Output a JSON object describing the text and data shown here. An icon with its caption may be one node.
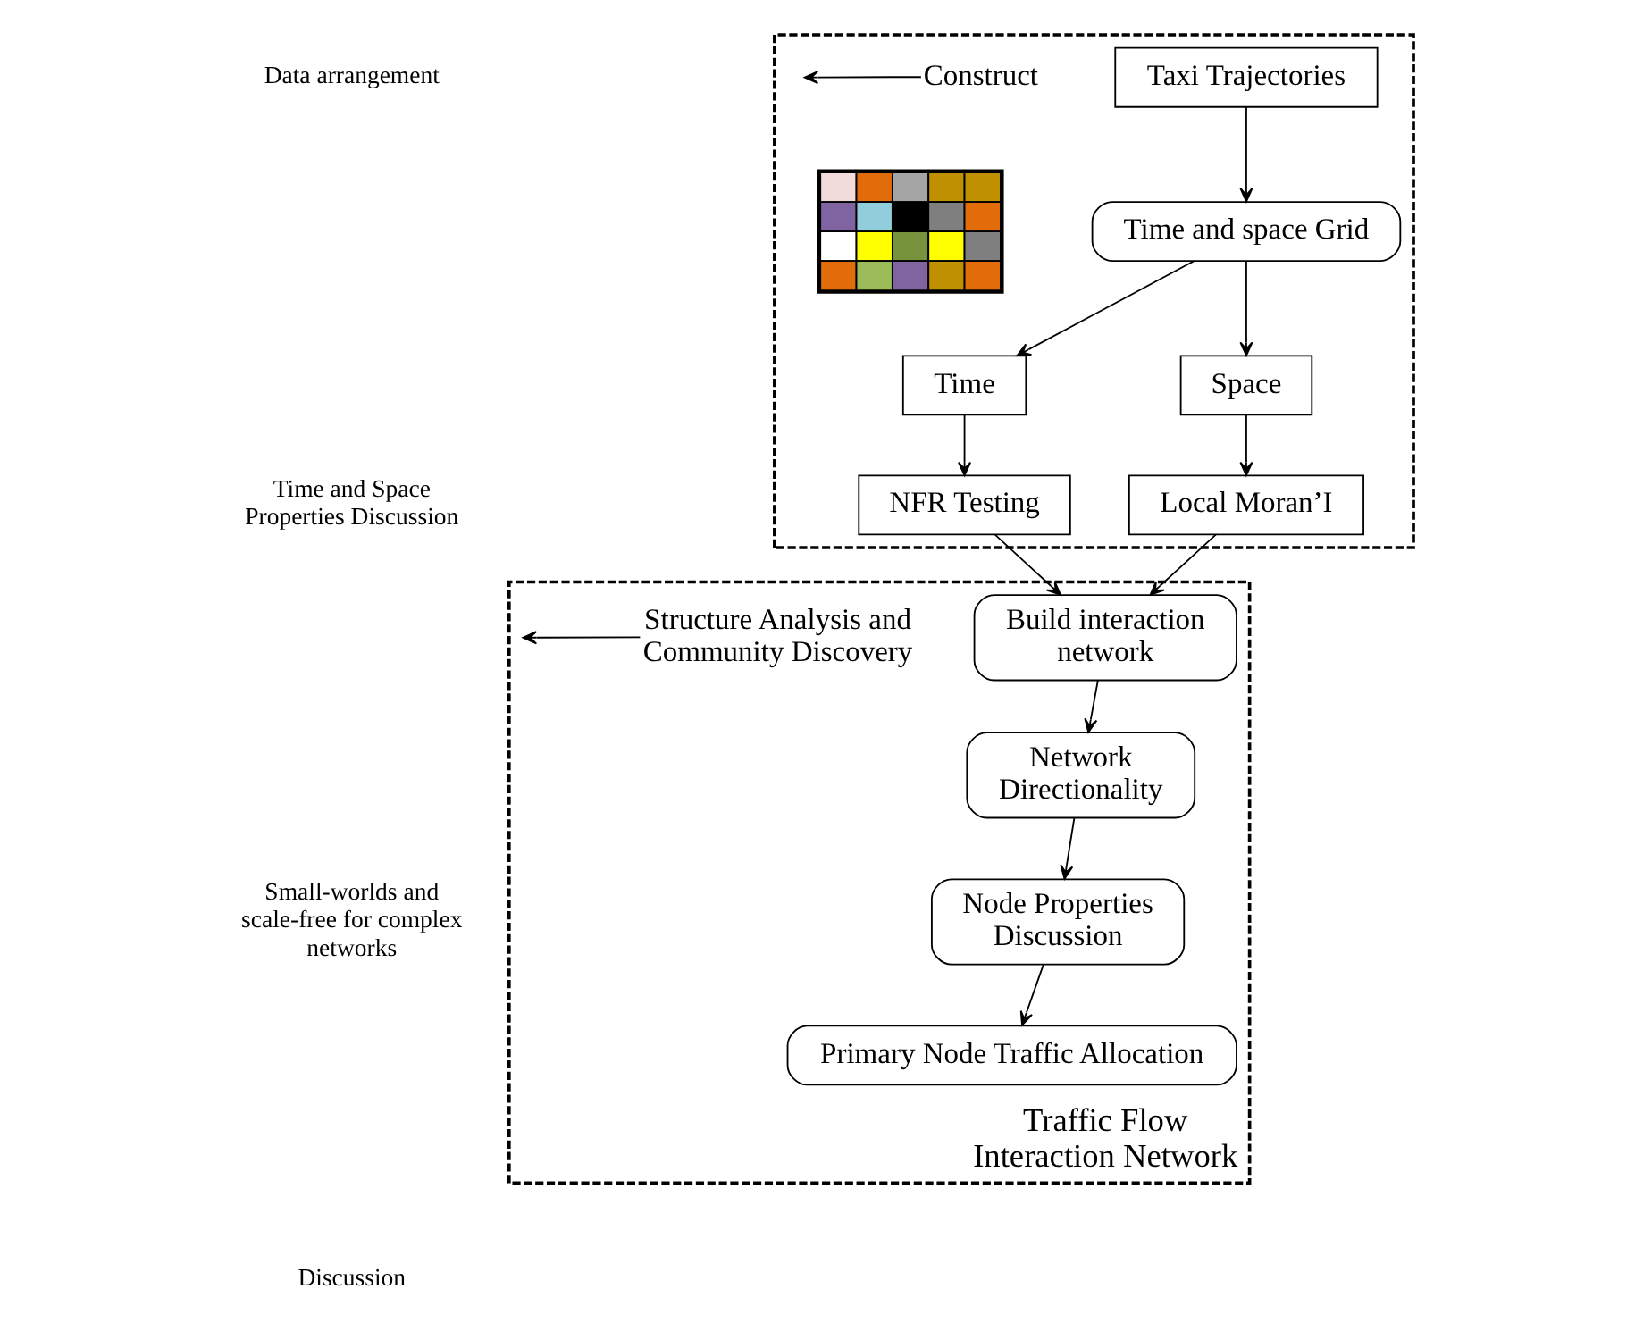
{
  "diagram": {
    "nodes": [
      {
        "text": [],
        "shape": "box"
      },
      {
        "text": [
          "Taxi Trajectories"
        ],
        "in": 0
      },
      {
        "text": [
          "Time and space Grid"
        ],
        "in": 0
      },
      {
        "text": [
          "Construct"
        ],
        "in": 0
      },
      {
        "text": [],
        "shape": "picture",
        "in": 0
      },
      {
        "text": [
          "Time"
        ],
        "in": 0
      },
      {
        "text": [
          "Space"
        ],
        "in": 0
      },
      {
        "text": [
          "NFR Testing"
        ],
        "in": 0
      },
      {
        "text": [
          "Local Moran’I"
        ],
        "in": 0
      },
      {
        "text": [
          "Traffic Flow Interaction Network"
        ]
      },
      {
        "text": [
          "Build interaction network"
        ],
        "in": 9
      },
      {
        "text": [
          "Network Directionality"
        ],
        "in": 9
      },
      {
        "text": [
          "Node Properties Discussion"
        ],
        "in": 9
      },
      {
        "text": [
          "Primary Node Traffic Allocation"
        ],
        "in": 9
      },
      {
        "text": [
          "Structure Analysis and Community Discovery"
        ],
        "in": 9
      }
    ],
    "edges": [
      {
        "from": 1,
        "to": 2,
        "arrow": "to"
      },
      {
        "from": 3,
        "to": null,
        "arrow": "to"
      },
      {
        "from": 2,
        "to": 5,
        "arrow": "to"
      },
      {
        "from": 2,
        "to": 6,
        "arrow": "to"
      },
      {
        "from": 5,
        "to": 7,
        "arrow": "to"
      },
      {
        "from": 6,
        "to": 8,
        "arrow": "to"
      },
      {
        "from": 7,
        "to": 10,
        "arrow": "to"
      },
      {
        "from": 8,
        "to": 10,
        "arrow": "to"
      },
      {
        "from": 10,
        "to": 11,
        "arrow": "to"
      },
      {
        "from": 14,
        "to": null,
        "arrow": "to"
      },
      {
        "from": 11,
        "to": 12,
        "arrow": "to"
      },
      {
        "from": 12,
        "to": 13,
        "arrow": "to"
      }
    ],
    "labels": [
      "Data arrangement",
      "Time and Space Properties Discussion",
      "Small-worlds and scale-free for complex networks",
      "Discussion"
    ]
  }
}
